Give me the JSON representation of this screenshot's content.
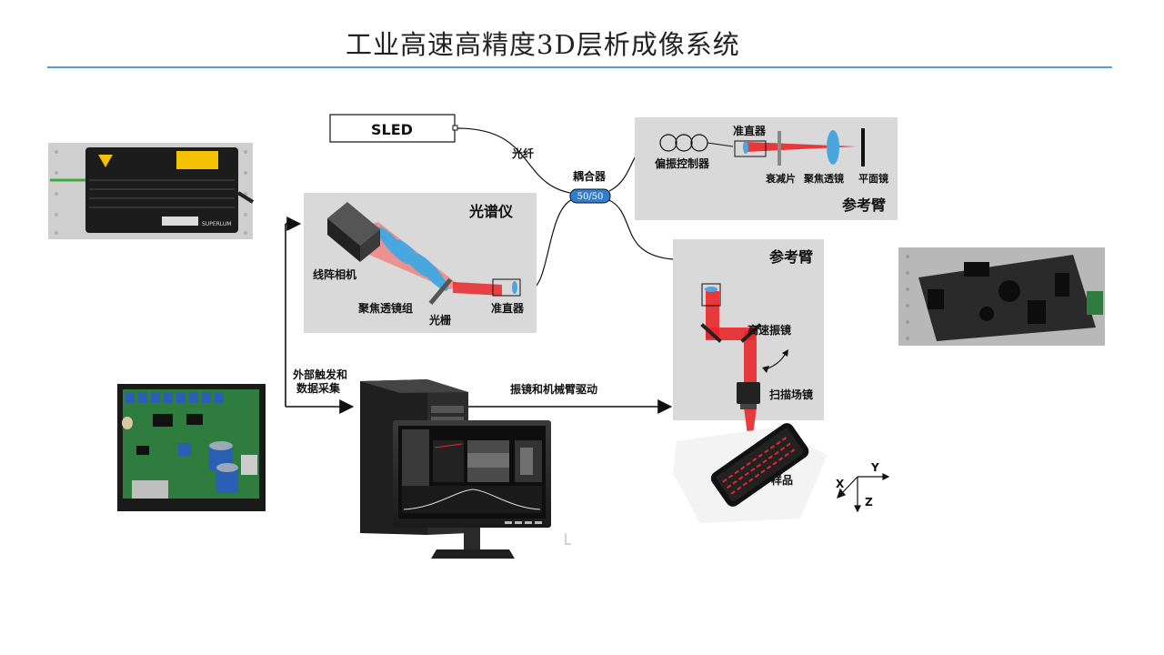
{
  "title": "工业高速高精度3D层析成像系统",
  "labels": {
    "sled": "SLED",
    "fiber": "光纤",
    "coupler": "耦合器",
    "coupler_ratio": "50/50",
    "spectrometer": "光谱仪",
    "line_camera": "线阵相机",
    "focus_lens_group": "聚焦透镜组",
    "grating": "光栅",
    "collimator_spec": "准直器",
    "pol_controller": "偏振控制器",
    "collimator_ref": "准直器",
    "attenuator": "衰减片",
    "focus_lens": "聚焦透镜",
    "plane_mirror": "平面镜",
    "ref_arm_top": "参考臂",
    "ref_arm_sample": "参考臂",
    "galvo": "高速振镜",
    "scan_lens": "扫描场镜",
    "sample": "样品",
    "ext_trigger_line1": "外部触发和",
    "ext_trigger_line2": "数据采集",
    "galvo_drive": "振镜和机械臂驱动",
    "axis_x": "X",
    "axis_y": "Y",
    "axis_z": "Z",
    "device_brand": "SUPERLUM"
  },
  "colors": {
    "panel": "#d9d9d9",
    "beam": "#e8262a",
    "lens": "#4aa6de",
    "coupler": "#2e7fd0",
    "rule": "#5b9bd5"
  }
}
